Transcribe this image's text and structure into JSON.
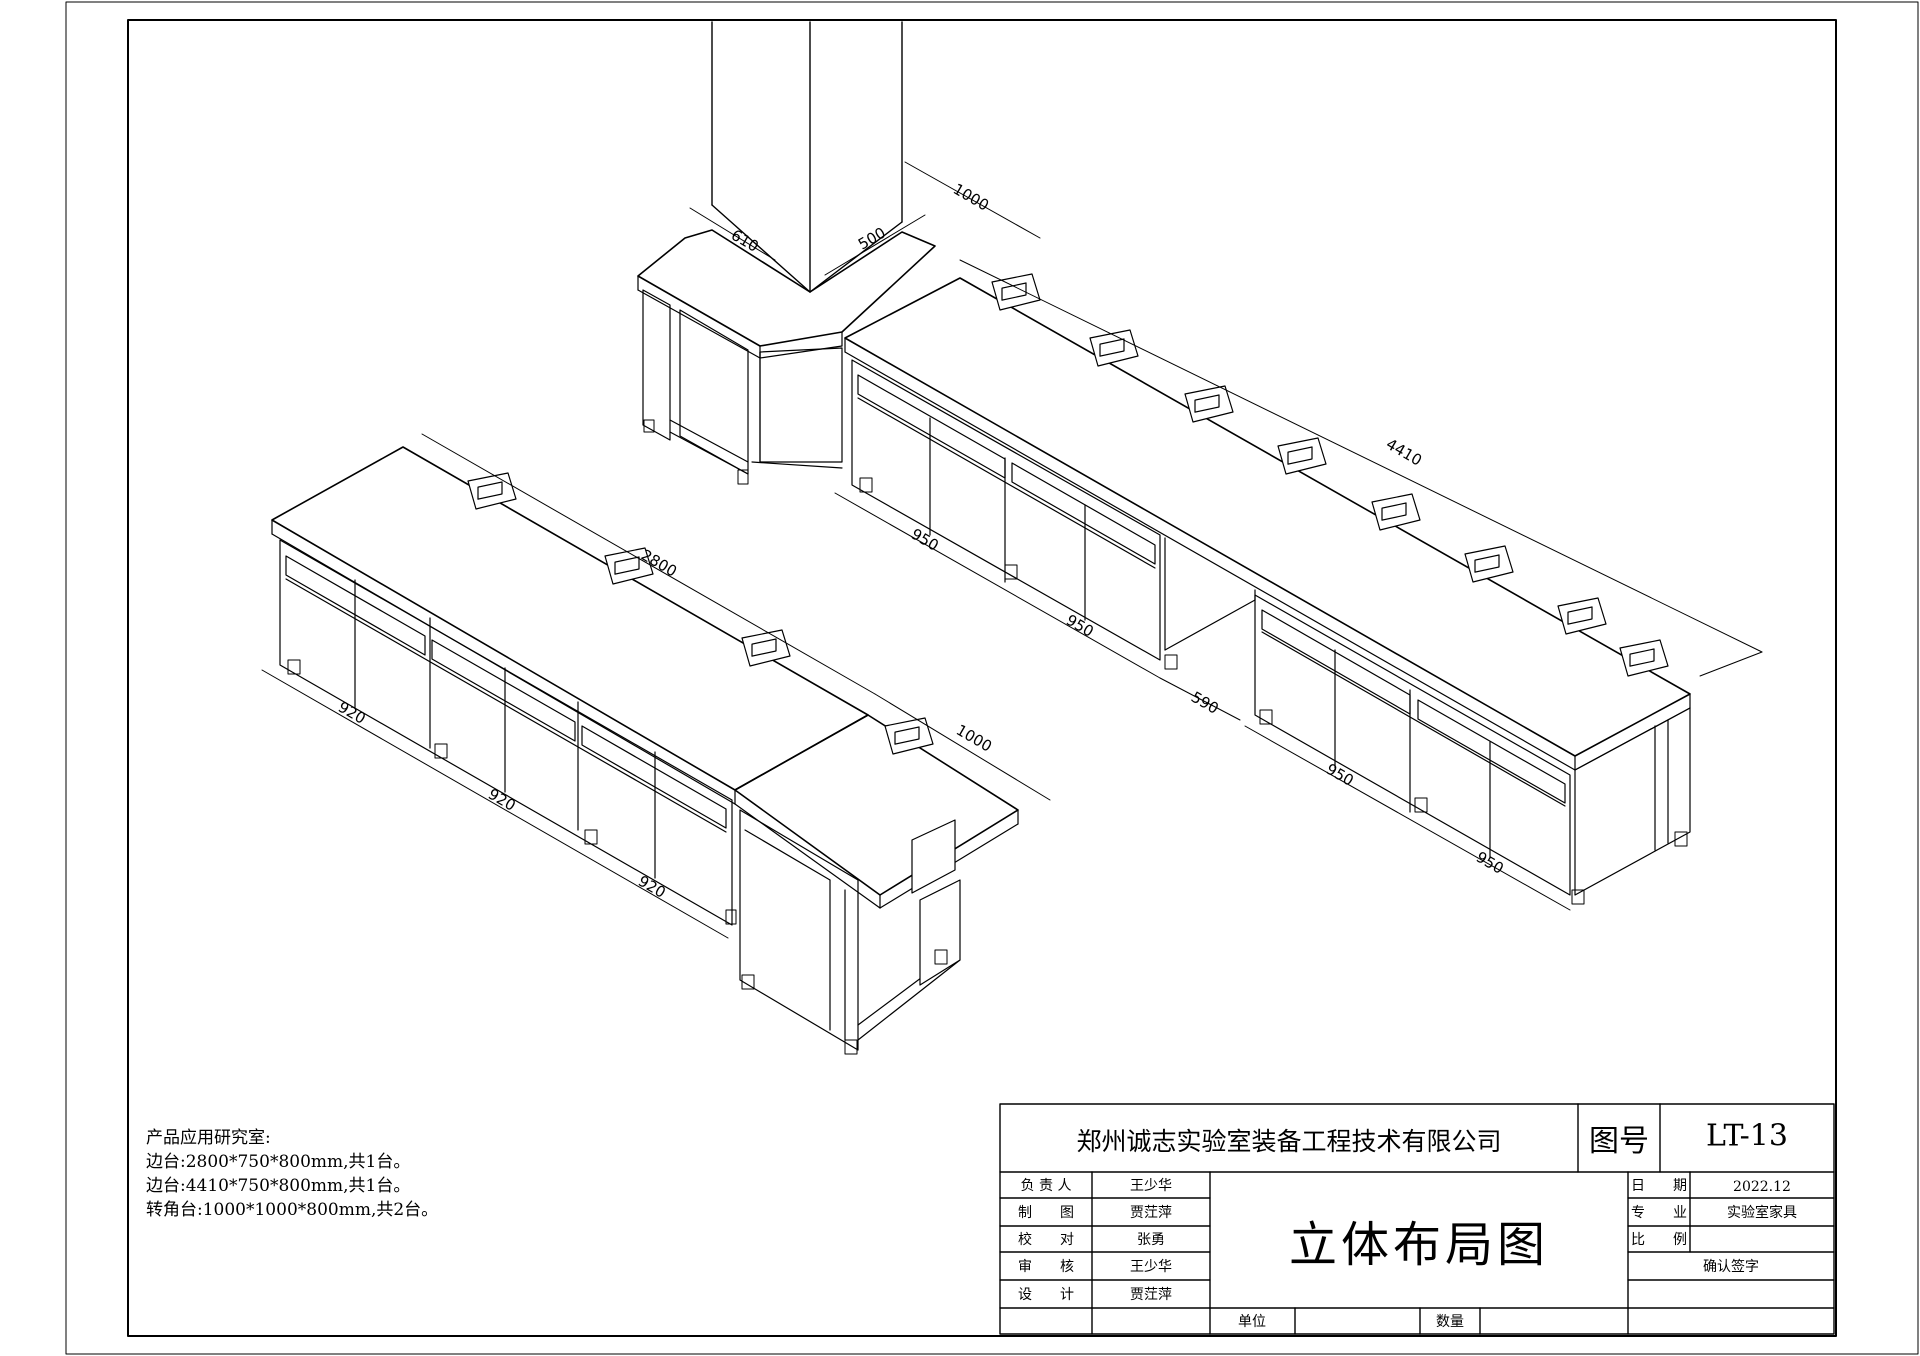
{
  "drawing": {
    "dimensions": [
      {
        "id": "d-1000-top",
        "text": "1000"
      },
      {
        "id": "d-610",
        "text": "610"
      },
      {
        "id": "d-500",
        "text": "500"
      },
      {
        "id": "d-4410",
        "text": "4410"
      },
      {
        "id": "d-950-a",
        "text": "950"
      },
      {
        "id": "d-950-b",
        "text": "950"
      },
      {
        "id": "d-590",
        "text": "590"
      },
      {
        "id": "d-950-c",
        "text": "950"
      },
      {
        "id": "d-950-d",
        "text": "950"
      },
      {
        "id": "d-2800",
        "text": "2800"
      },
      {
        "id": "d-920-a",
        "text": "920"
      },
      {
        "id": "d-920-b",
        "text": "920"
      },
      {
        "id": "d-920-c",
        "text": "920"
      },
      {
        "id": "d-1000-left",
        "text": "1000"
      }
    ]
  },
  "notes": {
    "heading": "产品应用研究室:",
    "lines": [
      "边台:2800*750*800mm,共1台。",
      "边台:4410*750*800mm,共1台。",
      "转角台:1000*1000*800mm,共2台。"
    ]
  },
  "title_block": {
    "company": "郑州诚志实验室装备工程技术有限公司",
    "drawing_no_label": "图号",
    "drawing_no": "LT-13",
    "drawing_title": "立体布局图",
    "roles": [
      {
        "label": "负 责 人",
        "name": "王少华"
      },
      {
        "label": "制　　图",
        "name": "贾茳萍"
      },
      {
        "label": "校　　对",
        "name": "张勇"
      },
      {
        "label": "审　　核",
        "name": "王少华"
      },
      {
        "label": "设　　计",
        "name": "贾茳萍"
      }
    ],
    "date_label": "日　　期",
    "date": "2022.12",
    "specialty_label": "专　　业",
    "specialty": "实验室家具",
    "scale_label": "比　　例",
    "scale": "",
    "confirm_label": "确认签字",
    "unit_label": "单位",
    "unit": "",
    "qty_label": "数量",
    "qty": ""
  }
}
